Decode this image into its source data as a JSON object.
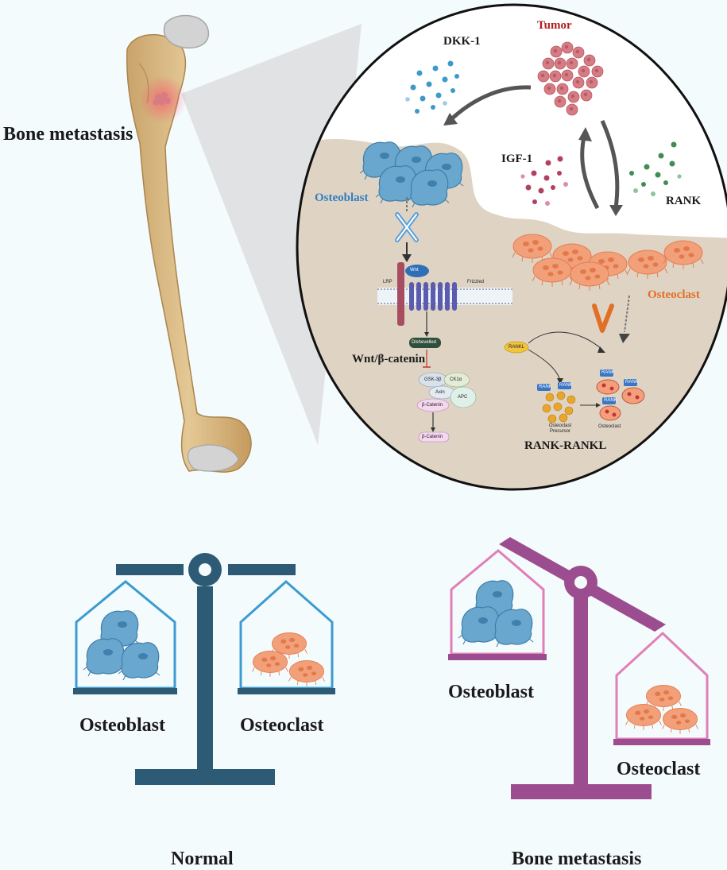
{
  "labels": {
    "bone_metastasis_left": "Bone metastasis",
    "tumor": "Tumor",
    "dkk1": "DKK-1",
    "igf1": "IGF-1",
    "rank": "RANK",
    "osteoblast_inset": "Osteoblast",
    "osteoclast_inset": "Osteoclast",
    "wnt_pathway": "Wnt/β-catenin",
    "rank_rankl": "RANK-RANKL",
    "normal_osteoblast": "Osteoblast",
    "normal_osteoclast": "Osteoclast",
    "meta_osteoblast": "Osteoblast",
    "meta_osteoclast": "Osteoclast",
    "caption_normal": "Normal",
    "caption_metastasis": "Bone metastasis"
  },
  "pathway": {
    "lrp": "LRP",
    "wnt": "Wnt",
    "frizzled": "Frizzled",
    "dishevelled": "Dishevelled",
    "gsk": "GSK-3β",
    "ck1a": "CK1α",
    "axin": "Axin",
    "apc": "APC",
    "bcat1": "β-Catenin",
    "bcat2": "β-Catenin"
  },
  "rank_panel": {
    "rankl": "RANKL",
    "rank_tag": "RANK",
    "precursor": "Osteoclast Precursor",
    "osteoclast": "Osteoclast"
  },
  "colors": {
    "osteoblast": "#6aa7cf",
    "osteoclast": "#f2a07a",
    "normal_scale": "#2d5a74",
    "metastasis_scale": "#9b4d8f",
    "tumor": "#d67c84",
    "bone": "#d9b98a"
  }
}
